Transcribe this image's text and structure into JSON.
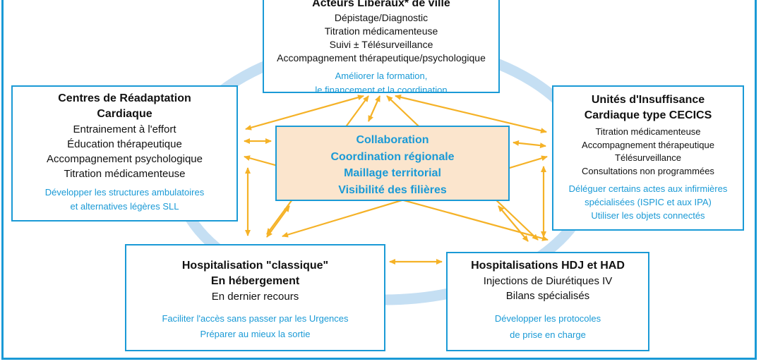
{
  "colors": {
    "frame": "#1a9ad6",
    "box_border": "#1a9ad6",
    "action_text": "#1a9ad6",
    "ring": "#c5dff3",
    "arrow": "#f5b227",
    "center_fill": "#fbe5cd"
  },
  "top": {
    "title": "Acteurs Libéraux* de ville",
    "lines": [
      "Dépistage/Diagnostic",
      "Titration médicamenteuse",
      "Suivi ± Télésurveillance",
      "Accompagnement thérapeutique/psychologique"
    ],
    "actions": [
      "Améliorer la formation,",
      "le financement et la coordination"
    ]
  },
  "left": {
    "title": [
      "Centres de Réadaptation",
      "Cardiaque"
    ],
    "lines": [
      "Entrainement à l'effort",
      "Éducation thérapeutique",
      "Accompagnement psychologique",
      "Titration médicamenteuse"
    ],
    "actions": [
      "Développer les structures ambulatoires",
      "et alternatives légères SLL"
    ]
  },
  "right": {
    "title": [
      "Unités d'Insuffisance",
      "Cardiaque type CECICS"
    ],
    "lines": [
      "Titration médicamenteuse",
      "Accompagnement thérapeutique",
      "Télésurveillance",
      "Consultations non programmées"
    ],
    "actions": [
      "Déléguer certains actes aux infirmières",
      "spécialisées (ISPIC et aux IPA)",
      "Utiliser les objets connectés"
    ]
  },
  "bottom_left": {
    "title": [
      "Hospitalisation \"classique\"",
      "En hébergement"
    ],
    "lines": [
      "En dernier recours"
    ],
    "actions": [
      "Faciliter l'accès sans passer par les Urgences",
      "Préparer au mieux la sortie"
    ]
  },
  "bottom_right": {
    "title": [
      "Hospitalisations HDJ et HAD"
    ],
    "lines": [
      "Injections de Diurétiques IV",
      "Bilans spécialisés"
    ],
    "actions": [
      "Développer les protocoles",
      "de prise en charge"
    ]
  },
  "center": {
    "lines": [
      "Collaboration",
      "Coordination régionale",
      "Maillage territorial",
      "Visibilité des filières"
    ]
  }
}
